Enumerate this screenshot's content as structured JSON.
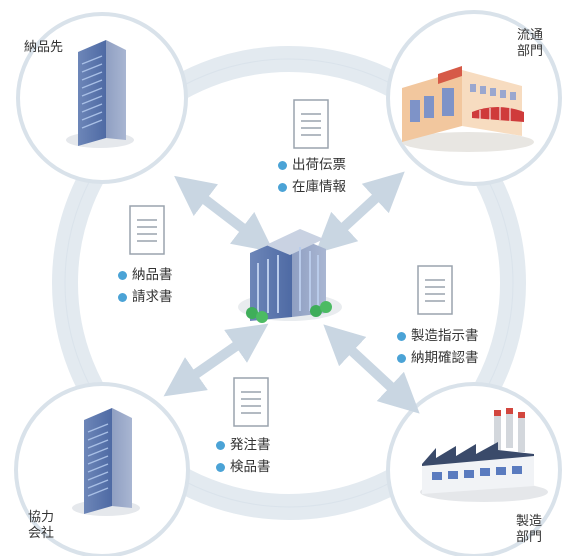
{
  "nodes": {
    "delivery_dest": {
      "label": "納品先"
    },
    "distribution": {
      "line1": "流通",
      "line2": "部門"
    },
    "partner": {
      "line1": "協力",
      "line2": "会社"
    },
    "manufacturing": {
      "line1": "製造",
      "line2": "部門"
    }
  },
  "documents": {
    "top": [
      "出荷伝票",
      "在庫情報"
    ],
    "left": [
      "納品書",
      "請求書"
    ],
    "right": [
      "製造指示書",
      "納期確認書"
    ],
    "bottom": [
      "発注書",
      "検品書"
    ]
  },
  "colors": {
    "ring": "#dfe7ee",
    "circle_fill": "#ffffff",
    "bullet": "#4ba3d6",
    "arrow": "#c9d6e2"
  }
}
